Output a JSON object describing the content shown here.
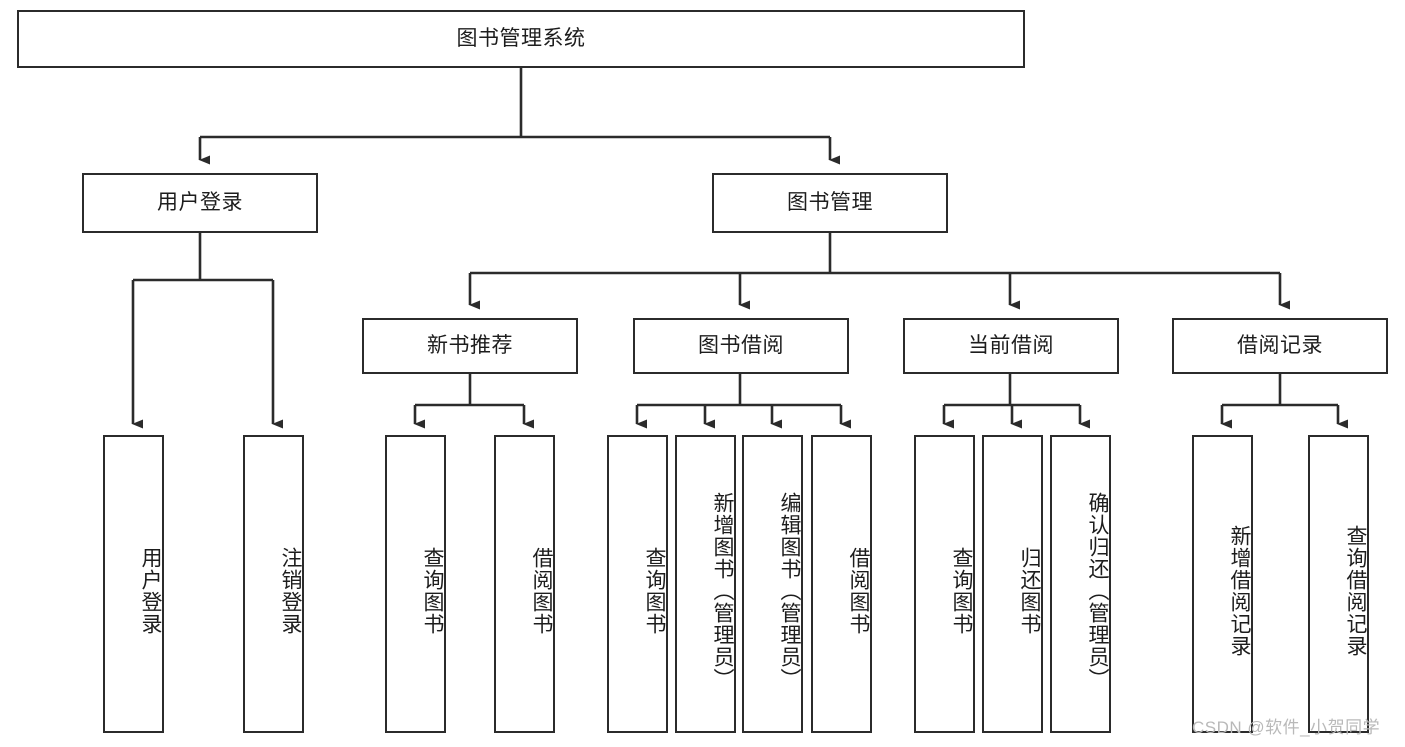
{
  "diagram": {
    "type": "tree-flowchart",
    "root": {
      "label": "图书管理系统"
    },
    "level2": [
      {
        "label": "用户登录"
      },
      {
        "label": "图书管理"
      }
    ],
    "level3": [
      {
        "label": "新书推荐"
      },
      {
        "label": "图书借阅"
      },
      {
        "label": "当前借阅"
      },
      {
        "label": "借阅记录"
      }
    ],
    "leaves": {
      "user_login": [
        {
          "label": "用户登录"
        },
        {
          "label": "注销登录"
        }
      ],
      "new_book_recommend": [
        {
          "label": "查询图书"
        },
        {
          "label": "借阅图书"
        }
      ],
      "book_borrow": [
        {
          "label": "查询图书"
        },
        {
          "label": "新增图书（管理员）"
        },
        {
          "label": "编辑图书（管理员）"
        },
        {
          "label": "借阅图书"
        }
      ],
      "current_borrow": [
        {
          "label": "查询图书"
        },
        {
          "label": "归还图书"
        },
        {
          "label": "确认归还（管理员）"
        }
      ],
      "borrow_record": [
        {
          "label": "新增借阅记录"
        },
        {
          "label": "查询借阅记录"
        }
      ]
    }
  },
  "watermark": {
    "text": "CSDN @软件_小贺同学"
  },
  "colors": {
    "stroke": "#2b2b2b",
    "fill": "#ffffff",
    "text": "#1d1d1d",
    "watermark": "#b9b9b9"
  }
}
